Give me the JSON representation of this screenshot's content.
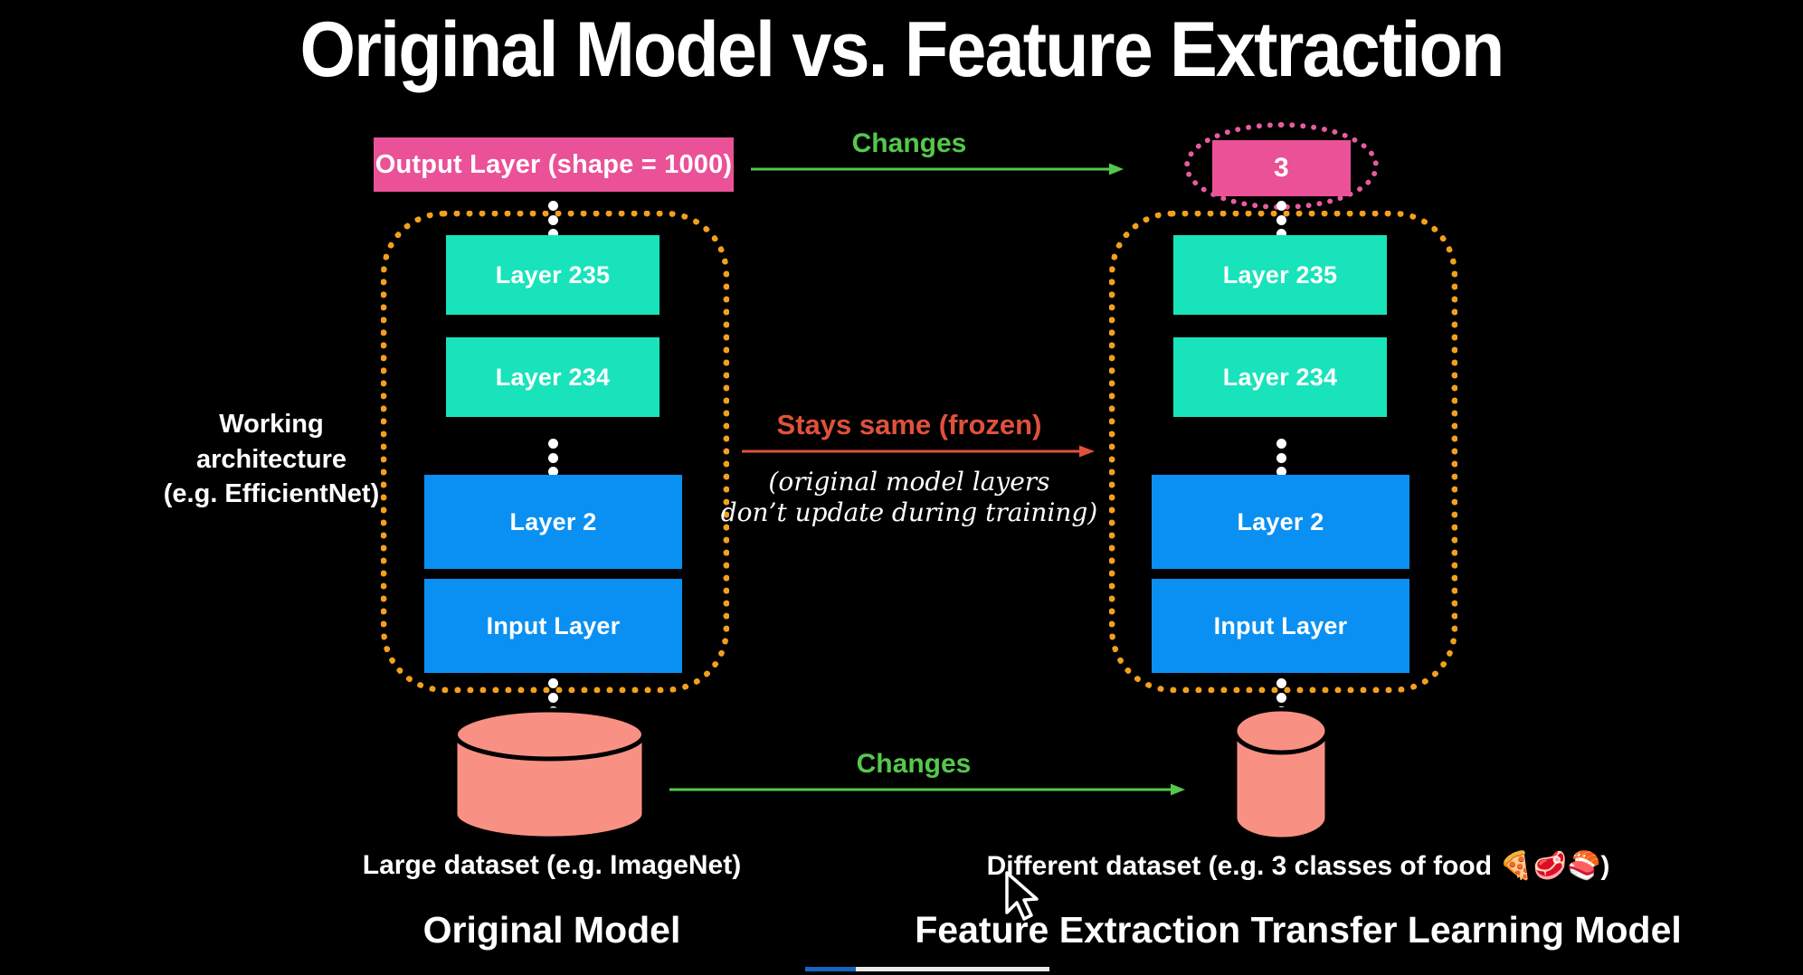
{
  "title": "Original Model vs. Feature Extraction",
  "side_note": {
    "line1": "Working",
    "line2": "architecture",
    "line3": "(e.g. EfficientNet)"
  },
  "original_model": {
    "output_layer": "Output Layer (shape = 1000)",
    "layers": [
      {
        "label": "Layer 235",
        "color": "#18E3BB"
      },
      {
        "label": "Layer 234",
        "color": "#18E3BB"
      },
      {
        "label": "Layer 2",
        "color": "#0A90F2"
      },
      {
        "label": "Input Layer",
        "color": "#0A90F2"
      }
    ],
    "dataset_caption": "Large dataset (e.g. ImageNet)",
    "model_name": "Original Model"
  },
  "transfer_model": {
    "output_layer": "3",
    "layers": [
      {
        "label": "Layer 235",
        "color": "#18E3BB"
      },
      {
        "label": "Layer 234",
        "color": "#18E3BB"
      },
      {
        "label": "Layer 2",
        "color": "#0A90F2"
      },
      {
        "label": "Input Layer",
        "color": "#0A90F2"
      }
    ],
    "dataset_caption": "Different dataset (e.g. 3 classes of food 🍕🥩🍣)",
    "model_name": "Feature Extraction Transfer Learning Model"
  },
  "annotations": {
    "top_arrow_label": "Changes",
    "middle_arrow_label": "Stays same (frozen)",
    "middle_note_line1": "(original model layers",
    "middle_note_line2": "don’t update during training)",
    "bottom_arrow_label": "Changes"
  },
  "colors": {
    "background": "#000000",
    "teal": "#18E3BB",
    "blue": "#0A90F2",
    "pink": "#EA5197",
    "pink_outline": "#E75BA2",
    "orange_frame": "#F2A01E",
    "green_arrow": "#55C84C",
    "red_arrow": "#E0513C",
    "salmon_cylinder": "#F89183",
    "progress_fill": "#1566C0"
  },
  "player": {
    "progress_percent": 13
  }
}
